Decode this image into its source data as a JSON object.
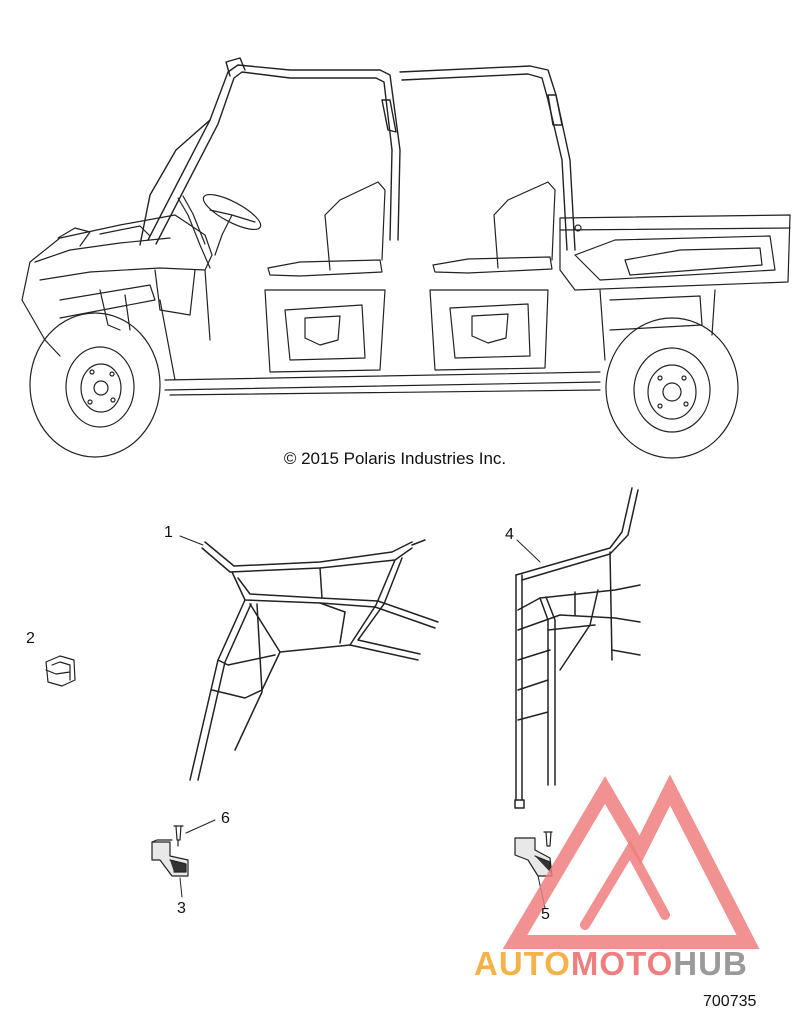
{
  "copyright": "© 2015 Polaris Industries Inc.",
  "callouts": [
    "1",
    "2",
    "3",
    "4",
    "5",
    "6"
  ],
  "figure_number": "700735",
  "watermark": {
    "part1": "AUTO",
    "part2": "MOTO",
    "part3": "HUB",
    "colors": {
      "auto": "#f6b24a",
      "moto": "#f07e7e",
      "hub": "#9a9a9a",
      "triangle": "#f07e7e"
    }
  }
}
